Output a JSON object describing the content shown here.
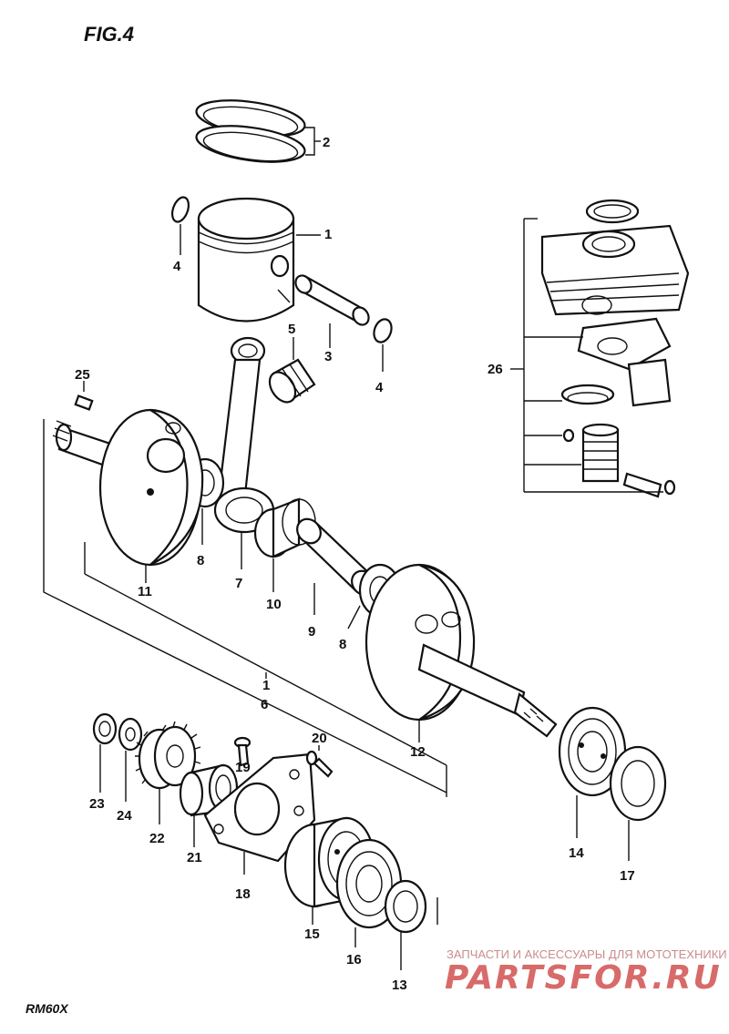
{
  "header": {
    "fig_label": "FIG.4"
  },
  "footer": {
    "model": "RM60X"
  },
  "watermark": {
    "tagline": "ЗАПЧАСТИ И АКСЕССУАРЫ ДЛЯ МОТОТЕХНИКИ",
    "logo": "PARTSFOR.RU",
    "color": "#d86a6a"
  },
  "callouts": {
    "p1": "1",
    "p2": "2",
    "p3": "3",
    "p4a": "4",
    "p4b": "4",
    "p5": "5",
    "p6a": "1",
    "p6b": "6",
    "p7": "7",
    "p8a": "8",
    "p8b": "8",
    "p9": "9",
    "p10": "10",
    "p11": "11",
    "p12": "12",
    "p13": "13",
    "p14": "14",
    "p15": "15",
    "p16": "16",
    "p17": "17",
    "p18": "18",
    "p19": "19",
    "p20": "20",
    "p21": "21",
    "p22": "22",
    "p23": "23",
    "p24": "24",
    "p25": "25",
    "p26": "26"
  }
}
